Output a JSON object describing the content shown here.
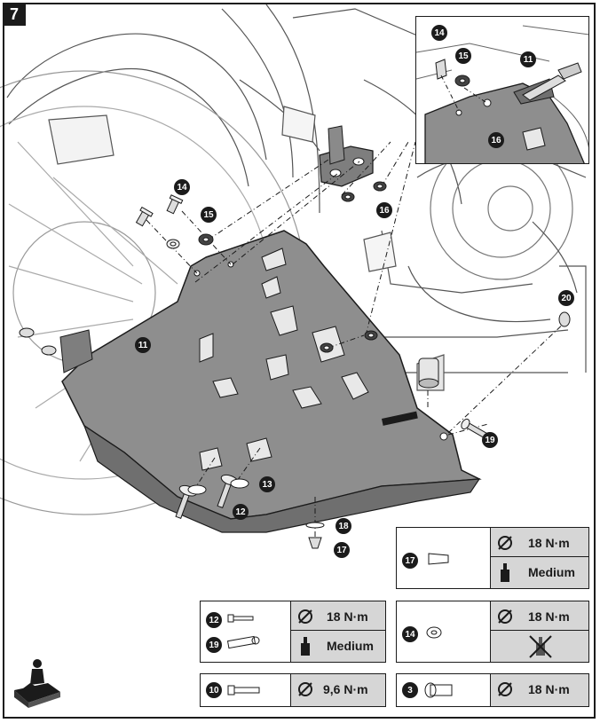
{
  "step": "7",
  "callouts": {
    "c11a": "11",
    "c14": "14",
    "c15": "15",
    "c16": "16",
    "c13": "13",
    "c12": "12",
    "c18": "18",
    "c17": "17",
    "c19": "19",
    "c20": "20",
    "inset_14": "14",
    "inset_15": "15",
    "inset_11": "11",
    "inset_16": "16"
  },
  "specs": {
    "s17": {
      "part": "17",
      "torque": "18 N·m",
      "threadlock": "Medium"
    },
    "s12_19": {
      "parts": [
        "12",
        "19"
      ],
      "torque": "18 N·m",
      "threadlock": "Medium"
    },
    "s14": {
      "part": "14",
      "torque": "18 N·m",
      "threadlock": "none"
    },
    "s10": {
      "part": "10",
      "torque": "9,6 N·m"
    },
    "s3": {
      "part": "3",
      "torque": "18 N·m"
    }
  },
  "icons": {
    "torque": "torque-wrench-icon",
    "threadlock": "threadlock-bottle-icon",
    "no_threadlock": "no-threadlock-icon",
    "skill": "mechanic-skill-icon"
  },
  "colors": {
    "plate": "#8e8e8e",
    "plate_dark": "#6f6f6f",
    "line": "#1b1b1b",
    "spec_bg": "#d6d6d6"
  }
}
